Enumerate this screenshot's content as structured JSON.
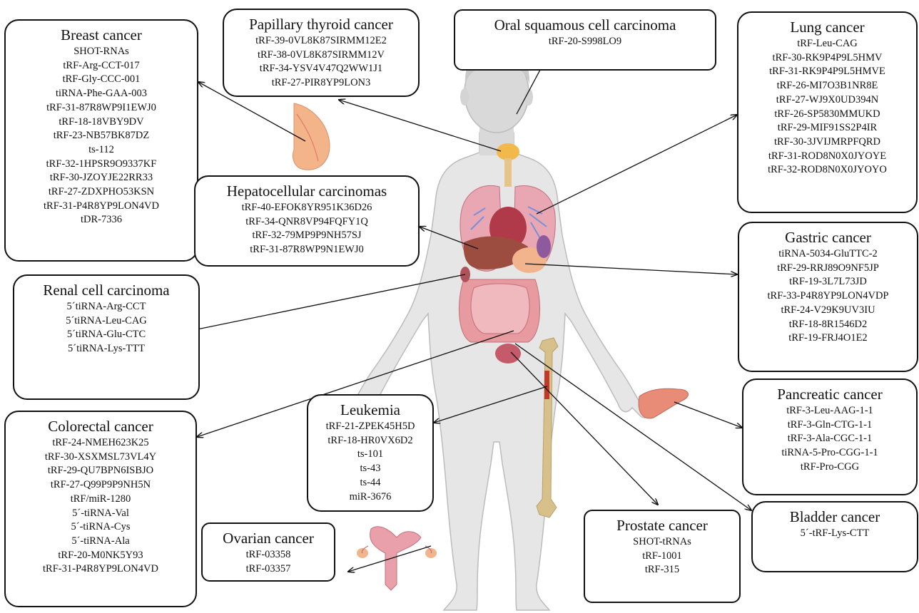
{
  "cancers": [
    {
      "id": "breast",
      "title": "Breast cancer",
      "items": [
        "SHOT-RNAs",
        "tRF-Arg-CCT-017",
        "tRF-Gly-CCC-001",
        "tiRNA-Phe-GAA-003",
        "tRF-31-87R8WP9I1EWJ0",
        "tRF-18-18VBY9DV",
        "tRF-23-NB57BK87DZ",
        "ts-112",
        "tRF-32-1HPSR9O9337KF",
        "tRF-30-JZOYJE22RR33",
        "tRF-27-ZDXPHO53KSN",
        "tRF-31-P4R8YP9LON4VD",
        "tDR-7336"
      ]
    },
    {
      "id": "thyroid",
      "title": "Papillary thyroid cancer",
      "items": [
        "tRF-39-0VL8K87SIRMM12E2",
        "tRF-38-0VL8K87SIRMM12V",
        "tRF-34-YSV4V47Q2WW1J1",
        "tRF-27-PIR8YP9LON3"
      ]
    },
    {
      "id": "oral",
      "title": "Oral squamous cell carcinoma",
      "items": [
        "tRF-20-S998LO9"
      ]
    },
    {
      "id": "lung",
      "title": "Lung cancer",
      "items": [
        "tRF-Leu-CAG",
        "tRF-30-RK9P4P9L5HMV",
        "tRF-31-RK9P4P9L5HMVE",
        "tRF-26-MI7O3B1NR8E",
        "tRF-27-WJ9X0UD394N",
        "tRF-26-SP5830MMUKD",
        "tRF-29-MIF91SS2P4IR",
        "tRF-30-3JVIJMRPFQRD",
        "tRF-31-ROD8N0X0JYOYE",
        "tRF-32-ROD8N0X0JYOYO"
      ]
    },
    {
      "id": "hcc",
      "title": "Hepatocellular carcinomas",
      "items": [
        "tRF-40-EFOK8YR951K36D26",
        "tRF-34-QNR8VP94FQFY1Q",
        "tRF-32-79MP9P9NH57SJ",
        "tRF-31-87R8WP9N1EWJ0"
      ]
    },
    {
      "id": "gastric",
      "title": "Gastric cancer",
      "items": [
        "tiRNA-5034-GluTTC-2",
        "tRF-29-RRJ89O9NF5JP",
        "tRF-19-3L7L73JD",
        "tRF-33-P4R8YP9LON4VDP",
        "tRF-24-V29K9UV3IU",
        "tRF-18-8R1546D2",
        "tRF-19-FRJ4O1E2"
      ]
    },
    {
      "id": "renal",
      "title": "Renal cell carcinoma",
      "items": [
        "5´tiRNA-Arg-CCT",
        "5´tiRNA-Leu-CAG",
        "5´tiRNA-Glu-CTC",
        "5´tiRNA-Lys-TTT"
      ]
    },
    {
      "id": "colorectal",
      "title": "Colorectal cancer",
      "items": [
        "tRF-24-NMEH623K25",
        "tRF-30-XSXMSL73VL4Y",
        "tRF-29-QU7BPN6ISBJO",
        "tRF-27-Q99P9P9NH5N",
        "tRF/miR-1280",
        "5´-tiRNA-Val",
        "5´-tiRNA-Cys",
        "5´-tiRNA-Ala",
        "tRF-20-M0NK5Y93",
        "tRF-31-P4R8YP9LON4VD"
      ]
    },
    {
      "id": "leukemia",
      "title": "Leukemia",
      "items": [
        "tRF-21-ZPEK45H5D",
        "tRF-18-HR0VX6D2",
        "ts-101",
        "ts-43",
        "ts-44",
        "miR-3676"
      ]
    },
    {
      "id": "ovarian",
      "title": "Ovarian cancer",
      "items": [
        "tRF-03358",
        "tRF-03357"
      ]
    },
    {
      "id": "pancreatic",
      "title": "Pancreatic cancer",
      "items": [
        "tRF-3-Leu-AAG-1-1",
        "tRF-3-Gln-CTG-1-1",
        "tRF-3-Ala-CGC-1-1",
        "tiRNA-5-Pro-CGG-1-1",
        "tRF-Pro-CGG"
      ]
    },
    {
      "id": "prostate",
      "title": "Prostate cancer",
      "items": [
        "SHOT-tRNAs",
        "tRF-1001",
        "tRF-315"
      ]
    },
    {
      "id": "bladder",
      "title": "Bladder cancer",
      "items": [
        "5´-tRF-Lys-CTT"
      ]
    }
  ],
  "colors": {
    "body_skin": "#e6e6e6",
    "body_outline": "#bcbcbc",
    "head_skin": "#d9d9d9",
    "hair": "#c9c9c9",
    "lung": "#e8a7b2",
    "lung_vessel": "#7b8fd6",
    "liver": "#9c4d3f",
    "stomach": "#f2b48c",
    "intestine": "#e89aa1",
    "bone": "#d8c08a",
    "bladder": "#c55a6a",
    "thyroid": "#f2b94a",
    "heart": "#b03a4a",
    "breast": "#f3b48a",
    "uterus": "#e9a0aa",
    "pancreas": "#e88c78",
    "arrow": "#111111"
  }
}
